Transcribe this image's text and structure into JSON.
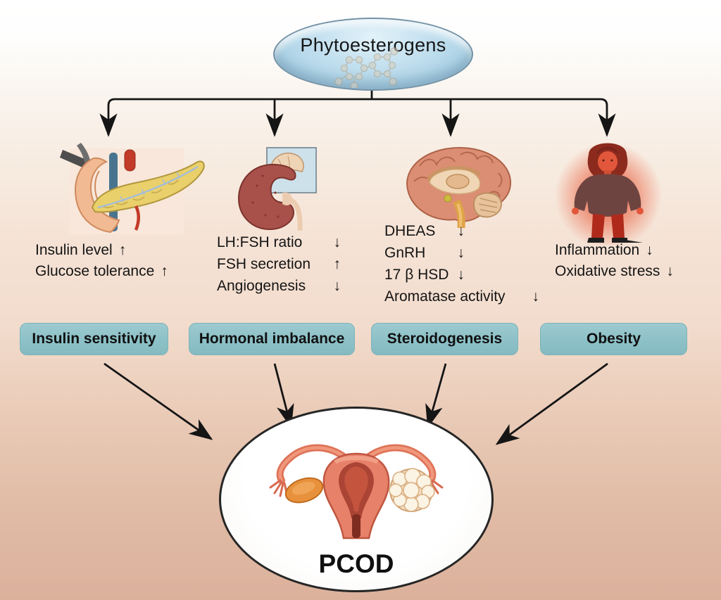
{
  "root": {
    "label": "Phytoesterogens"
  },
  "branches": [
    {
      "organ": "pancreas",
      "effects": [
        {
          "label": "Insulin level",
          "arrow": "↑"
        },
        {
          "label": "Glucose tolerance",
          "arrow": "↑"
        }
      ],
      "outcome": "Insulin sensitivity"
    },
    {
      "organ": "kidney-adrenal-gland",
      "effects": [
        {
          "label": "LH:FSH ratio",
          "arrow": "↓"
        },
        {
          "label": "FSH secretion",
          "arrow": "↑"
        },
        {
          "label": "Angiogenesis",
          "arrow": "↓"
        }
      ],
      "outcome": "Hormonal imbalance"
    },
    {
      "organ": "brain",
      "effects": [
        {
          "label": "DHEAS",
          "arrow": "↓"
        },
        {
          "label": "GnRH",
          "arrow": "↓"
        },
        {
          "label": "17 β HSD",
          "arrow": "↓"
        },
        {
          "label": "Aromatase activity",
          "arrow": "↓"
        }
      ],
      "outcome": "Steroidogenesis"
    },
    {
      "organ": "obese-woman",
      "effects": [
        {
          "label": "Inflammation",
          "arrow": "↓"
        },
        {
          "label": "Oxidative stress",
          "arrow": "↓"
        }
      ],
      "outcome": "Obesity"
    }
  ],
  "final_node": {
    "label": "PCOD"
  },
  "colors": {
    "root_node_fill": "#b5d7e8",
    "outcome_box_fill": "#8fc3c9",
    "arrow": "#151515",
    "background_bottom": "#dcb19c",
    "final_node_fill": "#ffffff"
  }
}
